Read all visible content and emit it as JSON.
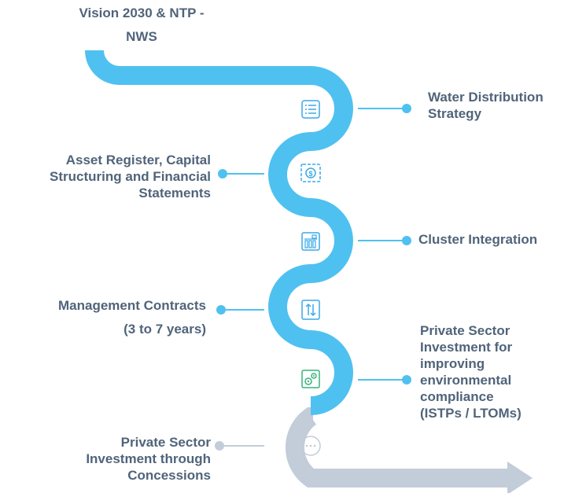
{
  "diagram": {
    "colors": {
      "path_blue": "#4fc1f0",
      "path_grey": "#c3ccd9",
      "label_text": "#50647a",
      "icon_blue": "#3aa9e6",
      "icon_green": "#36b37e"
    },
    "steps": [
      {
        "id": "vision",
        "lines": [
          "Vision 2030 & NTP -",
          "NWS"
        ]
      },
      {
        "id": "water",
        "lines": [
          "Water Distribution",
          "Strategy"
        ],
        "icon": "checklist-icon"
      },
      {
        "id": "asset",
        "lines": [
          "Asset Register, Capital",
          "Structuring and Financial",
          "Statements"
        ],
        "icon": "money-icon"
      },
      {
        "id": "cluster",
        "lines": [
          "Cluster Integration"
        ],
        "icon": "building-icon"
      },
      {
        "id": "mgmt",
        "lines": [
          "Management Contracts",
          "(3 to 7 years)"
        ],
        "icon": "transfer-arrows-icon"
      },
      {
        "id": "private-env",
        "lines": [
          "Private Sector",
          "Investment for",
          "improving",
          "environmental",
          "compliance",
          "(ISTPs / LTOMs)"
        ],
        "icon": "gear-settings-icon"
      },
      {
        "id": "private-conc",
        "lines": [
          "Private Sector",
          "Investment through",
          "Concessions"
        ],
        "icon": "ellipsis-icon"
      }
    ]
  }
}
